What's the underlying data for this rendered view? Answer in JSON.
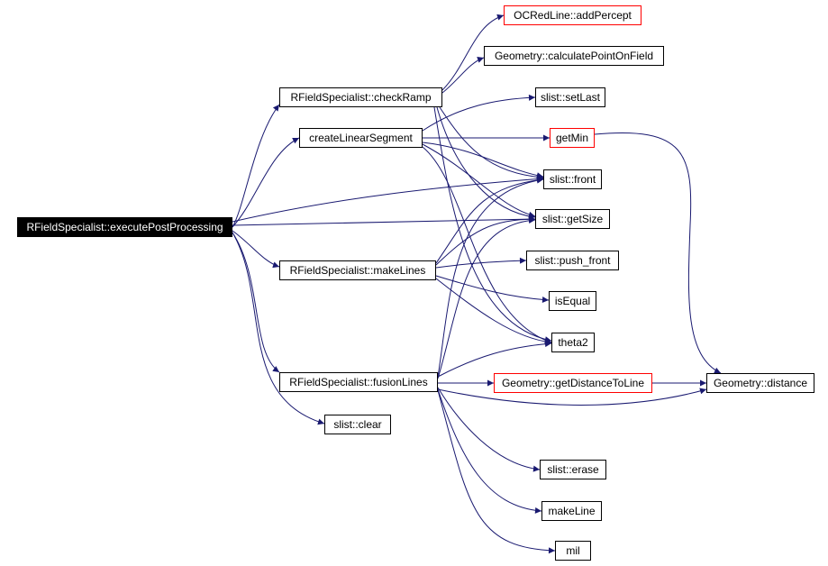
{
  "graph": {
    "style": {
      "edge_color": "#191970",
      "node_border": "#000000",
      "root_fill": "#000000",
      "root_text": "#ffffff",
      "external_border": "#ff0000"
    },
    "nodes": {
      "root": "RFieldSpecialist::executePostProcessing",
      "check_ramp": "RFieldSpecialist::checkRamp",
      "create_linear_segment": "createLinearSegment",
      "make_lines": "RFieldSpecialist::makeLines",
      "fusion_lines": "RFieldSpecialist::fusionLines",
      "slist_clear": "slist::clear",
      "add_percept": "OCRedLine::addPercept",
      "calculate_point_on_field": "Geometry::calculatePointOnField",
      "slist_set_last": "slist::setLast",
      "get_min": "getMin",
      "slist_front": "slist::front",
      "slist_get_size": "slist::getSize",
      "slist_push_front": "slist::push_front",
      "is_equal": "isEqual",
      "theta2": "theta2",
      "get_distance_to_line": "Geometry::getDistanceToLine",
      "geometry_distance": "Geometry::distance",
      "slist_erase": "slist::erase",
      "make_line": "makeLine",
      "mil": "mil"
    }
  }
}
